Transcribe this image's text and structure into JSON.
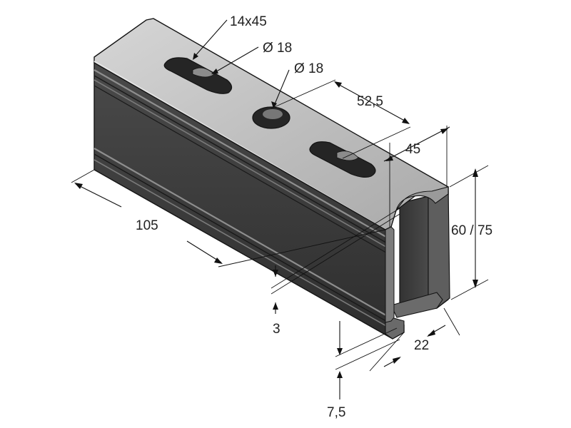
{
  "labels": {
    "slot": "14x45",
    "hole_small": "Ø 18",
    "hole_center": "Ø 18",
    "hole_spacing": "52,5",
    "lip_width": "45",
    "height": "60 / 75",
    "length": "105",
    "thickness": "3",
    "flange_depth": "22",
    "lip_return": "7,5"
  },
  "colors": {
    "top_face": "#bdbdbd",
    "top_face_light": "#d2d2d2",
    "side_face": "#3e3e3e",
    "side_face_dark": "#2a2a2a",
    "inner_face": "#4a4a4a",
    "rib_light": "#8a8a8a",
    "outline": "#141414"
  }
}
